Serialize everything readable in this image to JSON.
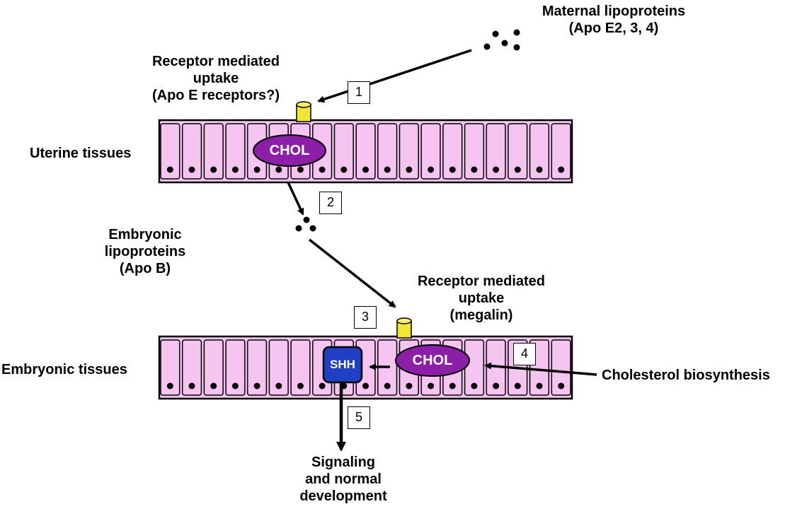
{
  "labels": {
    "maternal_lipoproteins": "Maternal lipoproteins",
    "maternal_apo": "(Apo E2, 3, 4)",
    "receptor_top_line1": "Receptor mediated",
    "receptor_top_line2": "uptake",
    "receptor_top_line3": "(Apo E receptors?)",
    "uterine_tissues": "Uterine tissues",
    "embryonic_lipo_line1": "Embryonic",
    "embryonic_lipo_line2": "lipoproteins",
    "embryonic_lipo_line3": "(Apo B)",
    "receptor_bottom_line1": "Receptor mediated",
    "receptor_bottom_line2": "uptake",
    "receptor_bottom_line3": "(megalin)",
    "embryonic_tissues": "Embryonic tissues",
    "cholesterol_biosynthesis": "Cholesterol biosynthesis",
    "signaling_line1": "Signaling",
    "signaling_line2": "and normal",
    "signaling_line3": "development"
  },
  "nodes": {
    "chol_top": "CHOL",
    "chol_bottom": "CHOL",
    "shh": "SHH"
  },
  "steps": [
    "1",
    "2",
    "3",
    "4",
    "5"
  ],
  "colors": {
    "cell_fill": "#f5c4f0",
    "chol_fill": "#8c1fa8",
    "shh_fill": "#1f3fc4",
    "receptor_fill": "#f2e634"
  }
}
